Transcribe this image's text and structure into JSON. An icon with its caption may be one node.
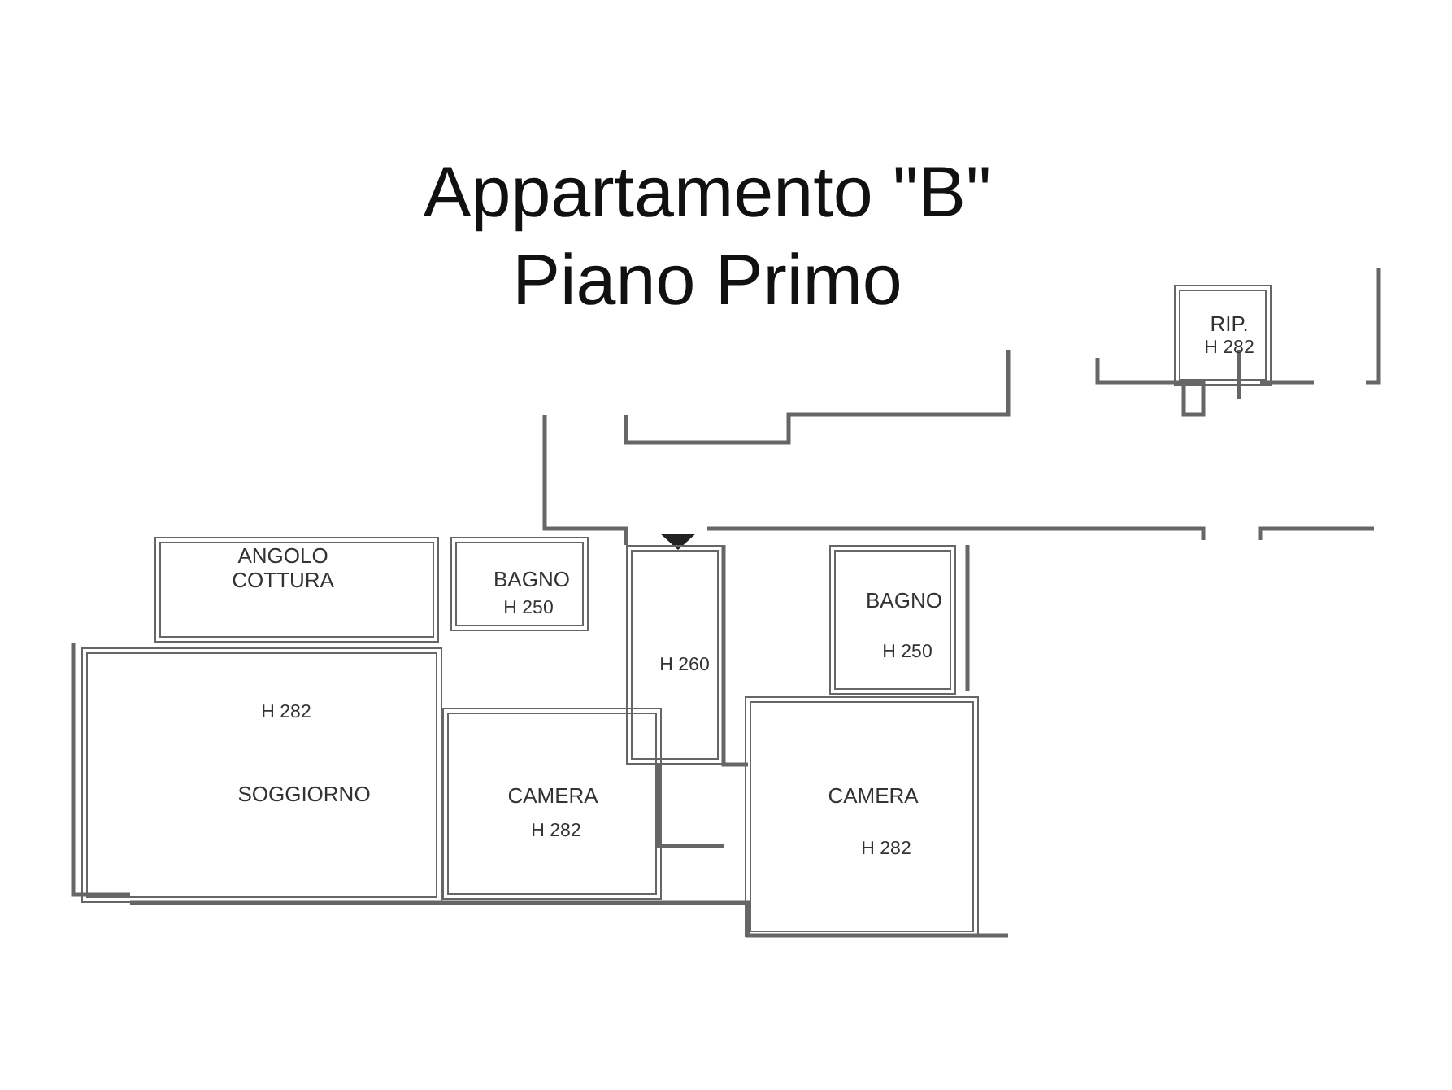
{
  "diagram": {
    "title": "Appartamento \"B\" Piano Primo",
    "nodes": [
      {
        "text": [
          "RIP.",
          "H 282"
        ]
      },
      {
        "text": [
          "ANGOLO COTTURA"
        ]
      },
      {
        "text": [
          "BAGNO",
          "H 250"
        ]
      },
      {
        "text": [
          "H 260"
        ]
      },
      {
        "text": [
          "BAGNO",
          "H 250"
        ]
      },
      {
        "text": [
          "H 282",
          "SOGGIORNO"
        ]
      },
      {
        "text": [
          "CAMERA",
          "H 282"
        ]
      },
      {
        "text": [
          "CAMERA",
          "H 282"
        ]
      }
    ],
    "edges": []
  }
}
